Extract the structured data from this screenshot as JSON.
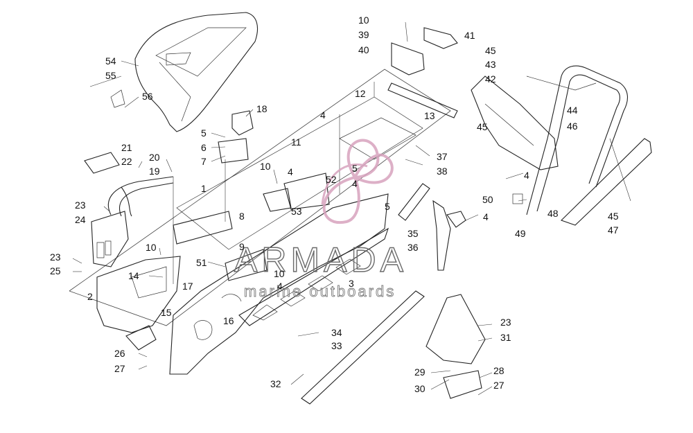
{
  "watermark": {
    "brand": "ARMADA",
    "tagline": "marine outboards",
    "logo_color": "#d8a3be"
  },
  "callouts": [
    "1",
    "2",
    "3",
    "4",
    "5",
    "6",
    "7",
    "8",
    "9",
    "10",
    "11",
    "12",
    "13",
    "14",
    "15",
    "16",
    "17",
    "18",
    "19",
    "20",
    "21",
    "22",
    "23",
    "24",
    "25",
    "26",
    "27",
    "28",
    "29",
    "30",
    "31",
    "32",
    "33",
    "34",
    "35",
    "36",
    "37",
    "38",
    "39",
    "40",
    "41",
    "42",
    "43",
    "44",
    "45",
    "46",
    "47",
    "48",
    "49",
    "50",
    "51",
    "52",
    "53",
    "54",
    "55",
    "56"
  ]
}
